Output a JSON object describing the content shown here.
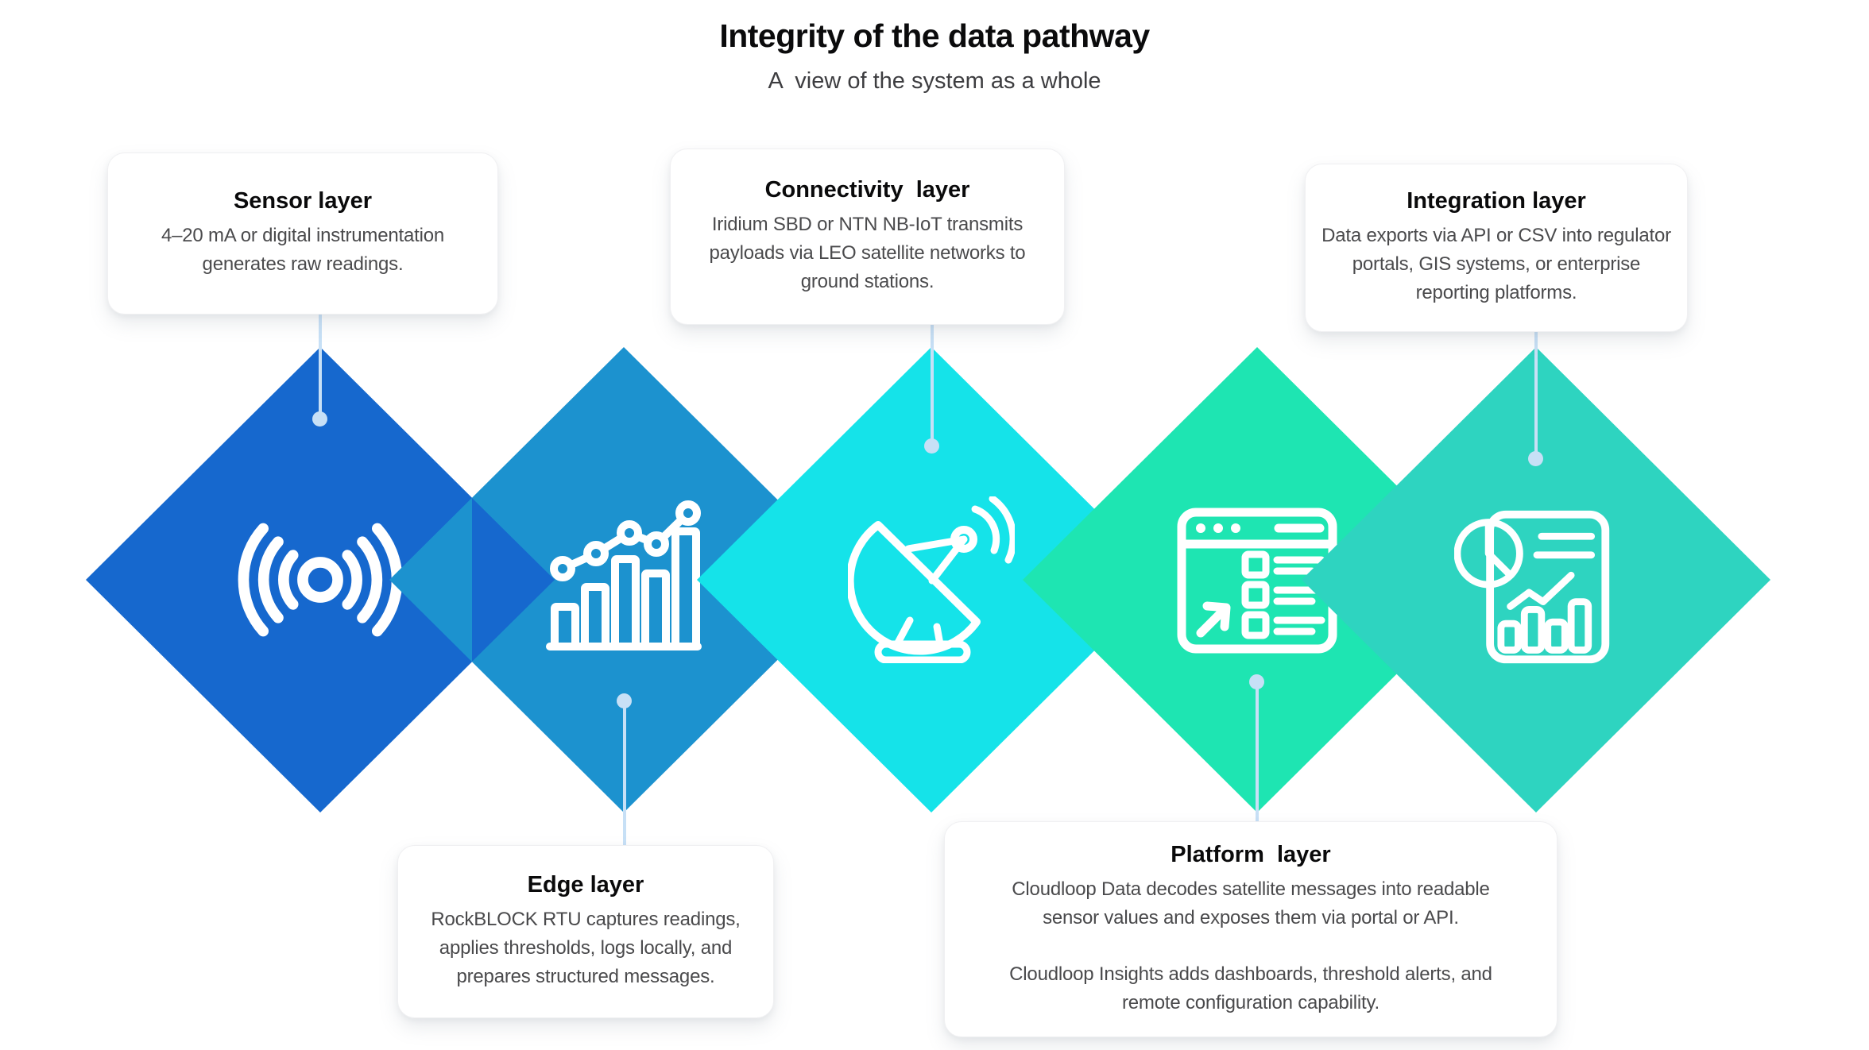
{
  "header": {
    "title": "Integrity of the data pathway",
    "subtitle": "A  view of the system as a whole"
  },
  "connector_color": "#C7E0F6",
  "layers": [
    {
      "id": "sensor",
      "title": "Sensor layer",
      "body": "4–20 mA or digital instrumentation\ngenerates raw readings.",
      "color": "#1668CE",
      "icon": "signal-waves-icon"
    },
    {
      "id": "edge",
      "title": "Edge layer",
      "body": "RockBLOCK RTU captures readings,\napplies thresholds, logs locally, and\nprepares structured messages.",
      "color": "#1C92CF",
      "icon": "bar-chart-trend-icon"
    },
    {
      "id": "connectivity",
      "title": "Connectivity  layer",
      "body": "Iridium SBD or NTN NB-IoT transmits\npayloads via LEO satellite networks to\nground stations.",
      "color": "#15E3E9",
      "icon": "satellite-dish-icon"
    },
    {
      "id": "platform",
      "title": "Platform  layer",
      "body": "Cloudloop Data decodes satellite messages into readable\nsensor values and exposes them via portal or API.",
      "body2": "Cloudloop Insights adds dashboards, threshold alerts, and\nremote configuration capability.",
      "color": "#1EE5B2",
      "icon": "dashboard-window-icon"
    },
    {
      "id": "integration",
      "title": "Integration layer",
      "body": "Data exports via API or CSV into regulator\nportals, GIS systems, or enterprise\nreporting platforms.",
      "color": "#2ED4C0",
      "icon": "report-document-icon"
    }
  ]
}
